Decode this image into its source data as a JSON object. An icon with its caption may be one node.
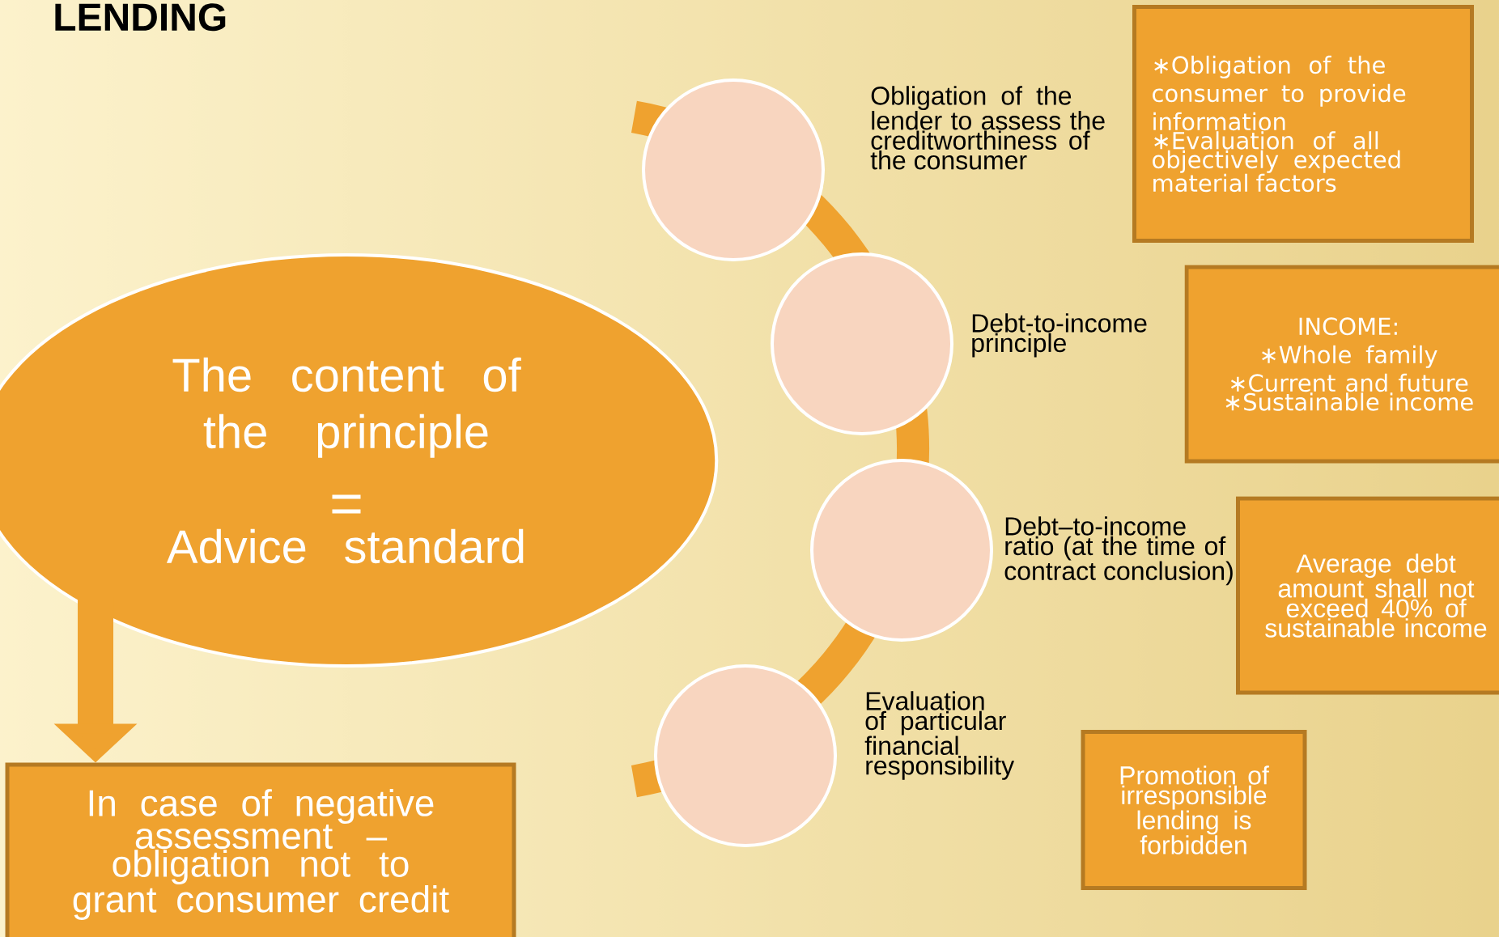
{
  "diagram": {
    "title": "LENDING",
    "nodes": [
      {
        "text": [
          "The content of the principle",
          "=",
          "Advice standard"
        ]
      },
      {
        "text": [
          "In case of negative assessment – obligation not to grant consumer credit"
        ]
      },
      {
        "text": [],
        "shape": "circle",
        "beside": [
          "Obligation of the lender to assess the creditworthiness of the consumer"
        ]
      },
      {
        "text": [
          "∗Obligation of the consumer to provide information",
          "∗Evaluation of all objectively expected material factors"
        ]
      },
      {
        "text": [],
        "shape": "circle",
        "beside": [
          "Debt-to-income principle"
        ]
      },
      {
        "text": [
          "INCOME:",
          "∗Whole family",
          "∗Current and future",
          "∗Sustainable income"
        ]
      },
      {
        "text": [],
        "shape": "circle",
        "beside": [
          "Debt–to-income ratio (at the time of contract conclusion)"
        ]
      },
      {
        "text": [
          "Average debt amount shall not exceed 40% of sustainable income"
        ]
      },
      {
        "text": [],
        "shape": "circle",
        "beside": [
          "Evaluation of particular financial responsibility"
        ]
      },
      {
        "text": [
          "Promotion of irresponsible lending is forbidden"
        ]
      }
    ],
    "edges": [
      {
        "from": 0,
        "to": 1,
        "arrow": "to"
      }
    ]
  }
}
